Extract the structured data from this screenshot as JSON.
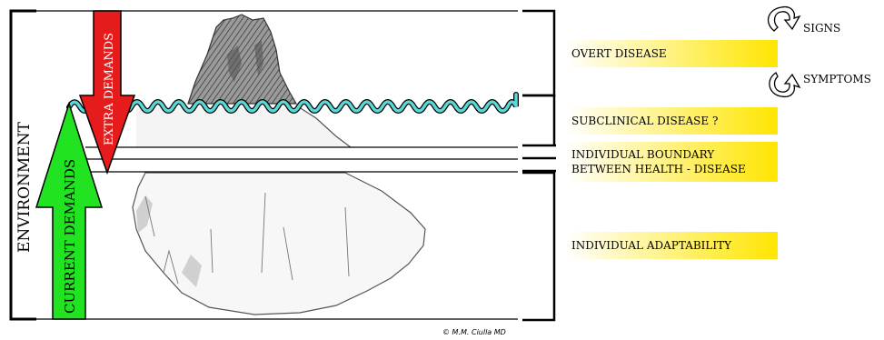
{
  "environment_label": "ENVIRONMENT",
  "current_demands_label": "CURRENT DEMANDS",
  "extra_demands_label": "EXTRA DEMANDS",
  "labels": {
    "overt_disease": "OVERT DISEASE",
    "subclinical_disease": "SUBCLINICAL DISEASE ?",
    "boundary_line1": "INDIVIDUAL BOUNDARY",
    "boundary_line2": "BETWEEN HEALTH - DISEASE",
    "adaptability": "INDIVIDUAL ADAPTABILITY"
  },
  "signs_label": "SIGNS",
  "symptoms_label": "SYMPTOMS",
  "signature": "© M.M. Ciulla MD",
  "colors": {
    "label_gradient_start": "#ffffff",
    "label_gradient_end": "#ffe500",
    "current_arrow": "#22e322",
    "extra_arrow": "#e61b1b",
    "water_line": "#5ad8d8",
    "iceberg_top": "#8a8a8a"
  }
}
